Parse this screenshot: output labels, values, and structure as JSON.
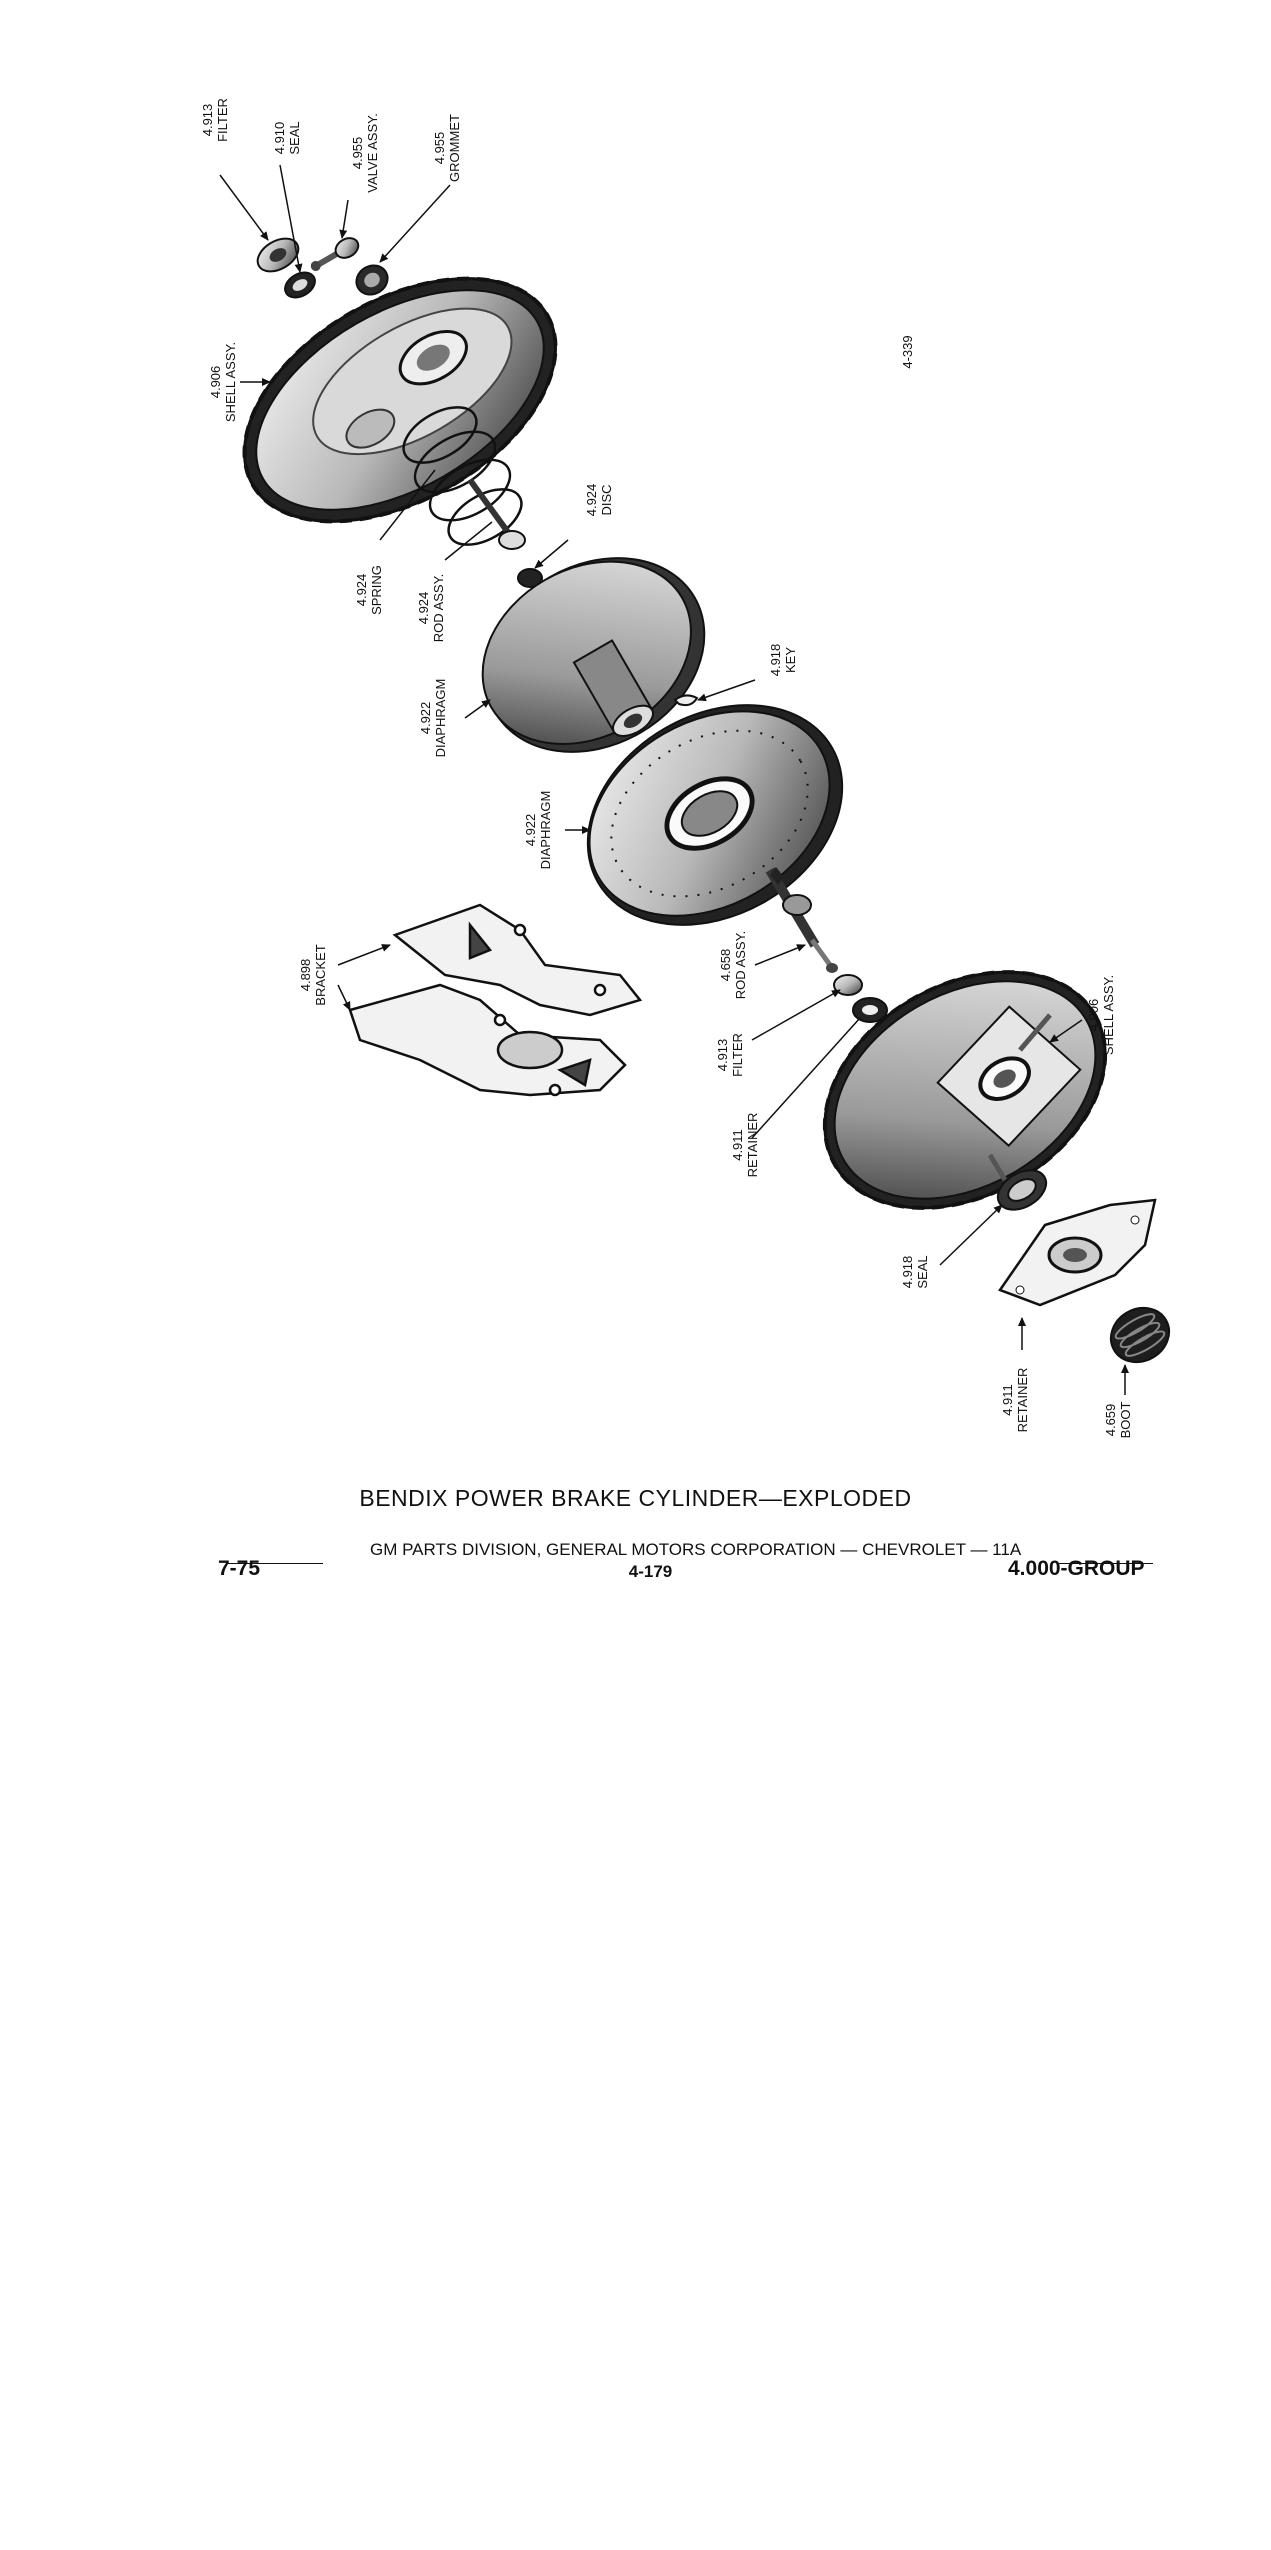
{
  "figure_id": "4-339",
  "labels": [
    {
      "id": "filter-top",
      "number": "4.913",
      "name": "FILTER"
    },
    {
      "id": "seal-top",
      "number": "4.910",
      "name": "SEAL"
    },
    {
      "id": "valve-assy",
      "number": "4.955",
      "name": "VALVE ASSY."
    },
    {
      "id": "grommet",
      "number": "4.955",
      "name": "GROMMET"
    },
    {
      "id": "shell-assy-top",
      "number": "4.906",
      "name": "SHELL ASSY."
    },
    {
      "id": "spring",
      "number": "4.924",
      "name": "SPRING"
    },
    {
      "id": "rod-assy-top",
      "number": "4.924",
      "name": "ROD ASSY."
    },
    {
      "id": "disc",
      "number": "4.924",
      "name": "DISC"
    },
    {
      "id": "diaphragm-1",
      "number": "4.922",
      "name": "DIAPHRAGM"
    },
    {
      "id": "key",
      "number": "4.918",
      "name": "KEY"
    },
    {
      "id": "diaphragm-2",
      "number": "4.922",
      "name": "DIAPHRAGM"
    },
    {
      "id": "bracket",
      "number": "4.898",
      "name": "BRACKET"
    },
    {
      "id": "rod-assy-bottom",
      "number": "4.658",
      "name": "ROD ASSY."
    },
    {
      "id": "filter-bottom",
      "number": "4.913",
      "name": "FILTER"
    },
    {
      "id": "retainer-1",
      "number": "4.911",
      "name": "RETAINER"
    },
    {
      "id": "shell-assy-bottom",
      "number": "4.906",
      "name": "SHELL ASSY."
    },
    {
      "id": "seal-bottom",
      "number": "4.918",
      "name": "SEAL"
    },
    {
      "id": "retainer-2",
      "number": "4.911",
      "name": "RETAINER"
    },
    {
      "id": "boot",
      "number": "4.659",
      "name": "BOOT"
    }
  ],
  "caption": "BENDIX POWER BRAKE CYLINDER—EXPLODED",
  "footer": {
    "center": "GM PARTS DIVISION, GENERAL MOTORS CORPORATION — CHEVROLET — 11A",
    "page": "4-179",
    "left": "7-75",
    "right": "4.000-GROUP"
  }
}
